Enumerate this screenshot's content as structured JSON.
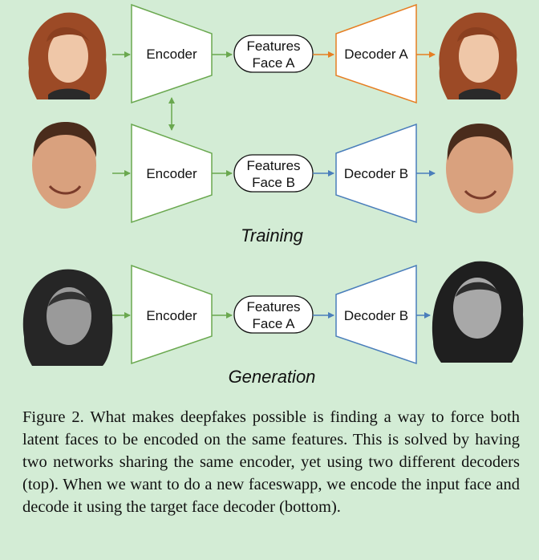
{
  "diagram": {
    "rows": [
      {
        "encoder": "Encoder",
        "features_line1": "Features",
        "features_line2": "Face A",
        "decoder": "Decoder A"
      },
      {
        "encoder": "Encoder",
        "features_line1": "Features",
        "features_line2": "Face B",
        "decoder": "Decoder B"
      },
      {
        "encoder": "Encoder",
        "features_line1": "Features",
        "features_line2": "Face A",
        "decoder": "Decoder B"
      }
    ],
    "training_label": "Training",
    "generation_label": "Generation"
  },
  "colors": {
    "background": "#d3ecd5",
    "encoder": "#6aa84f",
    "decoder_a": "#e67e22",
    "decoder_b": "#4a7ebb"
  },
  "caption": "Figure 2. What makes deepfakes possible is finding a way to force both latent faces to be encoded on the same features. This is solved by having two networks sharing the same encoder, yet using two different decoders (top). When we want to do a new faceswapp, we encode the input face and decode it using the target face decoder (bottom)."
}
